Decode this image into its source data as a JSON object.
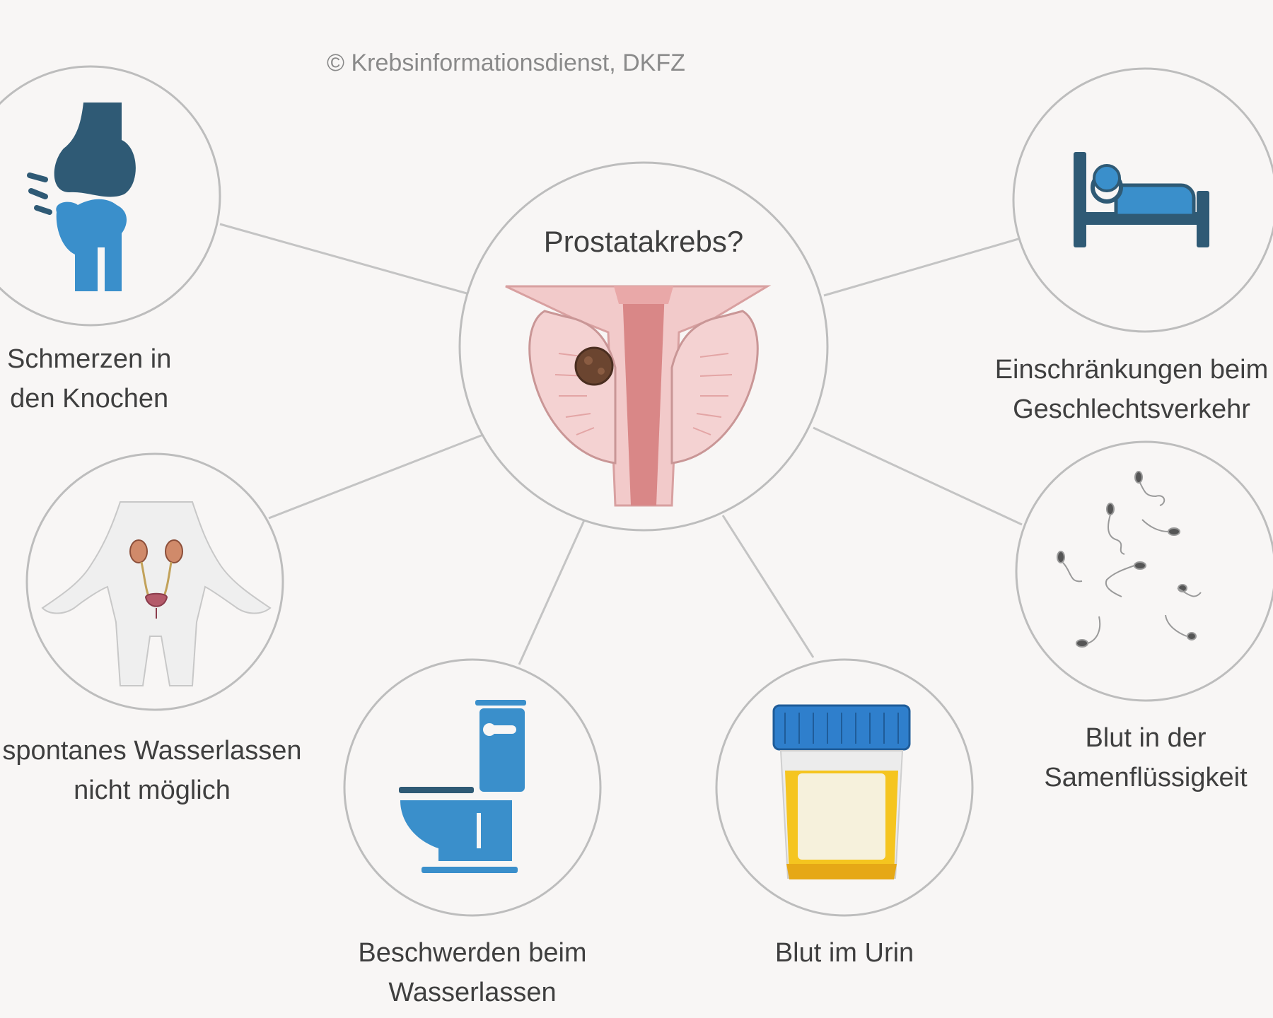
{
  "copyright": "© Krebsinformationsdienst, DKFZ",
  "center": {
    "title": "Prostatakrebs?",
    "icon": "prostate-tumor-illustration"
  },
  "symptoms": [
    {
      "id": "bone-pain",
      "icon": "bone-joint-pain-icon",
      "lines": [
        "Schmerzen in",
        "den Knochen"
      ]
    },
    {
      "id": "sexual-limits",
      "icon": "bed-icon",
      "lines": [
        "Einschränkungen beim",
        "Geschlechtsverkehr"
      ]
    },
    {
      "id": "urinary-retention",
      "icon": "urinary-system-body-icon",
      "lines": [
        "spontanes Wasserlassen",
        "nicht möglich"
      ]
    },
    {
      "id": "semen-blood",
      "icon": "sperm-cells-icon",
      "lines": [
        "Blut in der",
        "Samenflüssigkeit"
      ]
    },
    {
      "id": "urination-trouble",
      "icon": "toilet-icon",
      "lines": [
        "Beschwerden beim",
        "Wasserlassen"
      ]
    },
    {
      "id": "urine-blood",
      "icon": "urine-sample-cup-icon",
      "lines": [
        "Blut im Urin"
      ]
    }
  ],
  "colors": {
    "background": "#f8f6f5",
    "circle_stroke": "#bdbdbd",
    "connector": "#c4c4c4",
    "icon_dark": "#2f5a75",
    "icon_blue": "#3a8fcb",
    "prostate_pink": "#f1c6c6",
    "tissue_red": "#d98787",
    "tumor_brown": "#6b4530",
    "urine_yellow": "#f5c51f",
    "lid_blue": "#2f7fcc"
  }
}
